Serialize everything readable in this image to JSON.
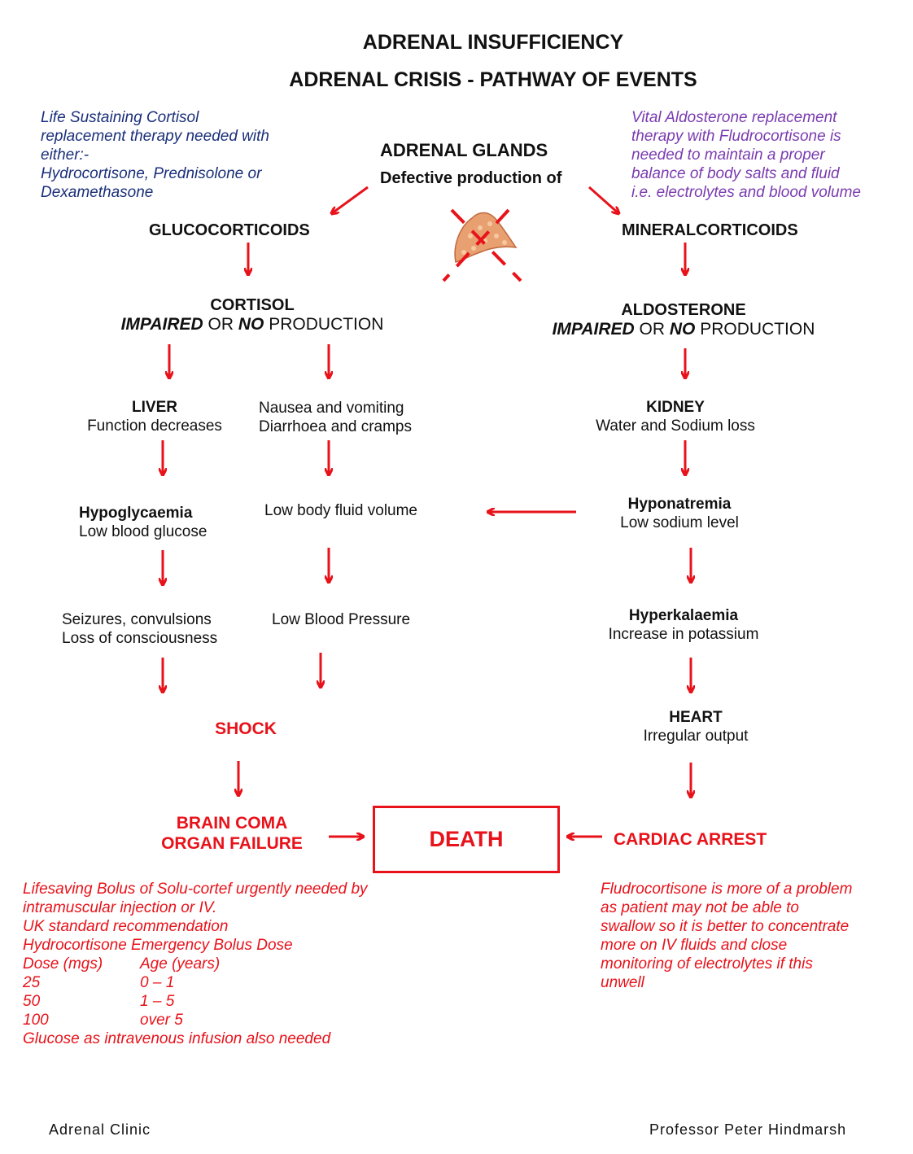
{
  "header": {
    "title": "ADRENAL INSUFFICIENCY",
    "subtitle": "ADRENAL CRISIS - PATHWAY OF EVENTS"
  },
  "notes": {
    "cortisol": [
      "Life Sustaining Cortisol",
      "replacement therapy needed with",
      "either:-",
      "Hydrocortisone, Prednisolone or",
      "Dexamethasone"
    ],
    "aldosterone": [
      "Vital Aldosterone replacement",
      "therapy with Fludrocortisone is",
      "needed to maintain a proper",
      "balance of body salts and fluid",
      "i.e.  electrolytes and blood volume"
    ]
  },
  "colors": {
    "arrow": "#e8121a",
    "note_blue": "#1a2f7a",
    "note_purple": "#7a3bb0",
    "gland": "#e8a070"
  },
  "top": {
    "glands": "ADRENAL GLANDS",
    "defective": "Defective production of"
  },
  "left": {
    "gluco": "GLUCOCORTICOIDS",
    "cortisol": "CORTISOL",
    "impaired": "IMPAIRED",
    "or": " OR ",
    "no": "NO",
    "production": " PRODUCTION",
    "liver_title": "LIVER",
    "liver_sub": "Function decreases",
    "nausea_1": "Nausea and vomiting",
    "nausea_2": "Diarrhoea and cramps",
    "hypo_title": "Hypoglycaemia",
    "hypo_sub": "Low blood glucose",
    "fluid": "Low body fluid volume",
    "seizures_1": "Seizures, convulsions",
    "seizures_2": "Loss of consciousness",
    "bp": "Low Blood Pressure",
    "shock": "SHOCK",
    "coma_1": "BRAIN COMA",
    "coma_2": "ORGAN FAILURE"
  },
  "right": {
    "mineral": "MINERALCORTICOIDS",
    "aldosterone": "ALDOSTERONE",
    "impaired": "IMPAIRED",
    "or": " OR ",
    "no": "NO",
    "production": " PRODUCTION",
    "kidney_title": "KIDNEY",
    "kidney_sub": "Water and Sodium loss",
    "hypona_title": "Hyponatremia",
    "hypona_sub": "Low sodium level",
    "hyperk_title": "Hyperkalaemia",
    "hyperk_sub": "Increase in potassium",
    "heart_title": "HEART",
    "heart_sub": "Irregular output",
    "cardiac": "CARDIAC ARREST"
  },
  "death": "DEATH",
  "bottom_left": {
    "l1": "Lifesaving Bolus of Solu-cortef urgently needed by",
    "l2": "intramuscular injection or IV.",
    "l3": "UK standard recommendation",
    "l4": "Hydrocortisone Emergency Bolus Dose",
    "table": [
      {
        "dose": "Dose (mgs)",
        "age": "Age (years)"
      },
      {
        "dose": "25",
        "age": "0 – 1"
      },
      {
        "dose": "50",
        "age": "1 – 5"
      },
      {
        "dose": "100",
        "age": "over 5"
      }
    ],
    "l5": "Glucose as intravenous infusion also needed"
  },
  "bottom_right": [
    "Fludrocortisone is more of a problem",
    "as patient may not be able to",
    "swallow so it is better to concentrate",
    "more on IV fluids and close",
    "monitoring of electrolytes  if this",
    "unwell"
  ],
  "footer": {
    "left": "Adrenal Clinic",
    "right": "Professor Peter Hindmarsh"
  }
}
